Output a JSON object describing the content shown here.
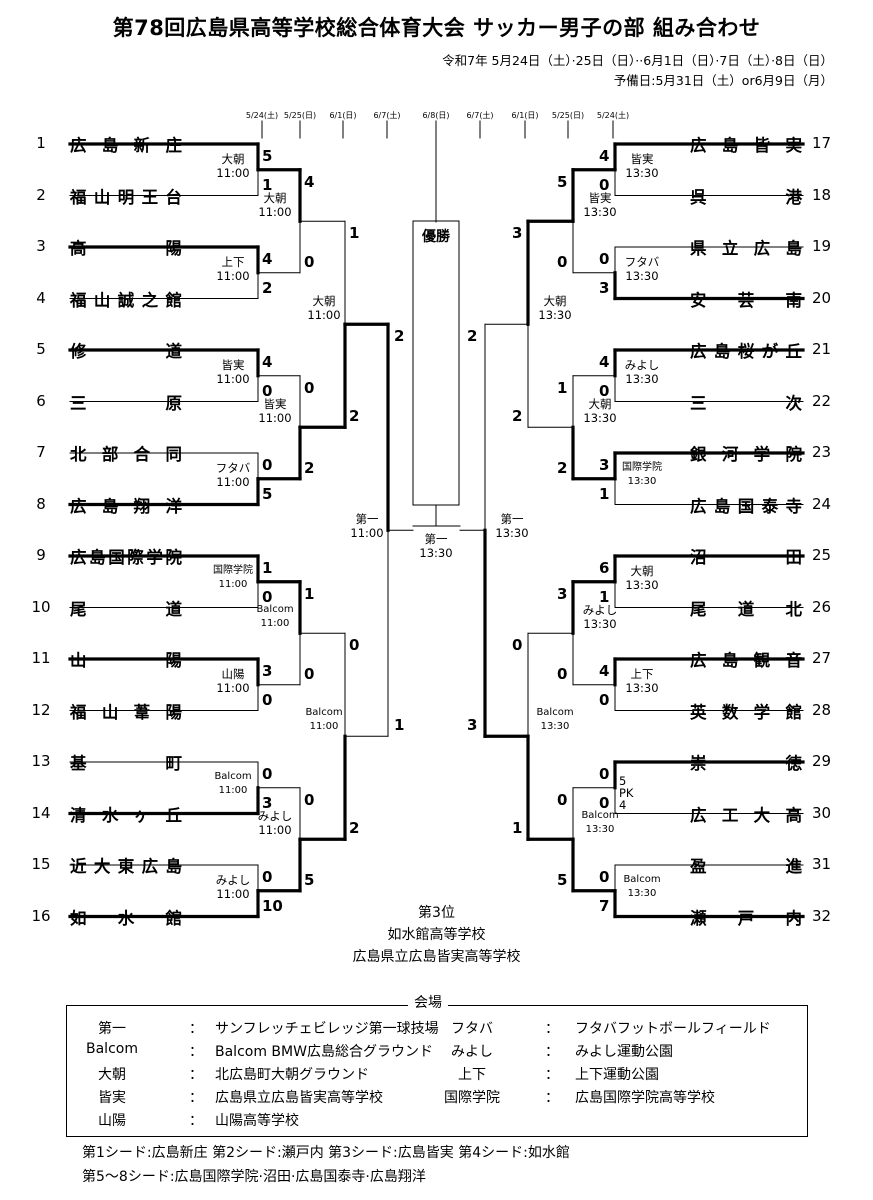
{
  "title": "第78回広島県高等学校総合体育大会 サッカー男子の部 組み合わせ",
  "dates": "令和7年 5月24日（土）·25日（日）··6月1日（日）·7日（土）·8日（日）",
  "reserve": "予備日:5月31日（土）or6月9日（月）",
  "round_dates": [
    "5/24(土)",
    "5/25(日)",
    "6/1(日)",
    "6/7(土)",
    "6/8(日)",
    "6/7(土)",
    "6/1(日)",
    "5/25(日)",
    "5/24(土)"
  ],
  "final_label": "優勝",
  "left_teams": [
    {
      "num": "1",
      "name": "広島新庄"
    },
    {
      "num": "2",
      "name": "福山明王台"
    },
    {
      "num": "3",
      "name": "高陽"
    },
    {
      "num": "4",
      "name": "福山誠之館"
    },
    {
      "num": "5",
      "name": "修道"
    },
    {
      "num": "6",
      "name": "三原"
    },
    {
      "num": "7",
      "name": "北部合同"
    },
    {
      "num": "8",
      "name": "広島翔洋"
    },
    {
      "num": "9",
      "name": "広島国際学院"
    },
    {
      "num": "10",
      "name": "尾道"
    },
    {
      "num": "11",
      "name": "山陽"
    },
    {
      "num": "12",
      "name": "福山葦陽"
    },
    {
      "num": "13",
      "name": "基町"
    },
    {
      "num": "14",
      "name": "清水ヶ丘"
    },
    {
      "num": "15",
      "name": "近大東広島"
    },
    {
      "num": "16",
      "name": "如水館"
    }
  ],
  "right_teams": [
    {
      "num": "17",
      "name": "広島皆実"
    },
    {
      "num": "18",
      "name": "呉港"
    },
    {
      "num": "19",
      "name": "県立広島"
    },
    {
      "num": "20",
      "name": "安芸南"
    },
    {
      "num": "21",
      "name": "広島桜が丘"
    },
    {
      "num": "22",
      "name": "三次"
    },
    {
      "num": "23",
      "name": "銀河学院"
    },
    {
      "num": "24",
      "name": "広島国泰寺"
    },
    {
      "num": "25",
      "name": "沼田"
    },
    {
      "num": "26",
      "name": "尾道北"
    },
    {
      "num": "27",
      "name": "広島観音"
    },
    {
      "num": "28",
      "name": "英数学館"
    },
    {
      "num": "29",
      "name": "崇徳"
    },
    {
      "num": "30",
      "name": "広工大高"
    },
    {
      "num": "31",
      "name": "盈進"
    },
    {
      "num": "32",
      "name": "瀬戸内"
    }
  ],
  "left_r1": [
    {
      "venue": "大朝",
      "time": "11:00",
      "s1": "5",
      "s2": "1"
    },
    {
      "venue": "上下",
      "time": "11:00",
      "s1": "4",
      "s2": "2"
    },
    {
      "venue": "皆実",
      "time": "11:00",
      "s1": "4",
      "s2": "0"
    },
    {
      "venue": "フタバ",
      "time": "11:00",
      "s1": "0",
      "s2": "5"
    },
    {
      "venue": "国際学院",
      "time": "11:00",
      "s1": "1",
      "s2": "0"
    },
    {
      "venue": "山陽",
      "time": "11:00",
      "s1": "3",
      "s2": "0"
    },
    {
      "venue": "Balcom",
      "time": "11:00",
      "s1": "0",
      "s2": "3"
    },
    {
      "venue": "みよし",
      "time": "11:00",
      "s1": "0",
      "s2": "10"
    }
  ],
  "left_r2": [
    {
      "venue": "大朝",
      "time": "11:00",
      "s1": "4",
      "s2": "0"
    },
    {
      "venue": "皆実",
      "time": "11:00",
      "s1": "0",
      "s2": "2"
    },
    {
      "venue": "Balcom",
      "time": "11:00",
      "s1": "1",
      "s2": "0"
    },
    {
      "venue": "みよし",
      "time": "11:00",
      "s1": "0",
      "s2": "5"
    }
  ],
  "left_r3": [
    {
      "venue": "大朝",
      "time": "11:00",
      "s1": "1",
      "s2": "2"
    },
    {
      "venue": "Balcom",
      "time": "11:00",
      "s1": "0",
      "s2": "2"
    }
  ],
  "left_sf": {
    "venue": "第一",
    "time": "11:00",
    "s1": "2",
    "s2": "1"
  },
  "right_r1": [
    {
      "venue": "皆実",
      "time": "13:30",
      "s1": "4",
      "s2": "0"
    },
    {
      "venue": "フタバ",
      "time": "13:30",
      "s1": "0",
      "s2": "3"
    },
    {
      "venue": "みよし",
      "time": "13:30",
      "s1": "4",
      "s2": "0"
    },
    {
      "venue": "国際学院",
      "time": "13:30",
      "s1": "3",
      "s2": "1"
    },
    {
      "venue": "大朝",
      "time": "13:30",
      "s1": "6",
      "s2": "1"
    },
    {
      "venue": "上下",
      "time": "13:30",
      "s1": "4",
      "s2": "0"
    },
    {
      "venue": "",
      "time": "",
      "s1": "0",
      "s2": "0",
      "pk1": "5",
      "pk": "PK",
      "pk2": "4"
    },
    {
      "venue": "Balcom",
      "time": "13:30",
      "s1": "0",
      "s2": "7"
    }
  ],
  "right_r2": [
    {
      "venue": "皆実",
      "time": "13:30",
      "s1": "5",
      "s2": "0"
    },
    {
      "venue": "大朝",
      "time": "13:30",
      "s1": "1",
      "s2": "2"
    },
    {
      "venue": "みよし",
      "time": "13:30",
      "s1": "3",
      "s2": "0"
    },
    {
      "venue": "Balcom",
      "time": "13:30",
      "s1": "0",
      "s2": "5"
    }
  ],
  "right_r3": [
    {
      "venue": "大朝",
      "time": "13:30",
      "s1": "3",
      "s2": "2"
    },
    {
      "venue": "Balcom",
      "time": "13:30",
      "s1": "0",
      "s2": "1"
    }
  ],
  "right_sf": {
    "venue": "第一",
    "time": "13:30",
    "s1": "2",
    "s2": "3"
  },
  "final": {
    "venue": "第一",
    "time": "13:30"
  },
  "third_place": {
    "label": "第3位",
    "team1": "如水館高等学校",
    "team2": "広島県立広島皆実高等学校"
  },
  "legend": {
    "title": "会場",
    "rows": [
      {
        "k1": "第一",
        "v1": "サンフレッチェビレッジ第一球技場",
        "k2": "フタバ",
        "v2": "フタバフットボールフィールド"
      },
      {
        "k1": "Balcom",
        "v1": "Balcom BMW広島総合グラウンド",
        "k2": "みよし",
        "v2": "みよし運動公園"
      },
      {
        "k1": "大朝",
        "v1": "北広島町大朝グラウンド",
        "k2": "上下",
        "v2": "上下運動公園"
      },
      {
        "k1": "皆実",
        "v1": "広島県立広島皆実高等学校",
        "k2": "国際学院",
        "v2": "広島国際学院高等学校"
      },
      {
        "k1": "山陽",
        "v1": "山陽高等学校",
        "k2": "",
        "v2": ""
      }
    ],
    "colon": "："
  },
  "seeds1": "第1シード:広島新庄 第2シード:瀬戸内 第3シード:広島皆実 第4シード:如水館",
  "seeds2": "第5～8シード:広島国際学院·沼田·広島国泰寺·広島翔洋"
}
